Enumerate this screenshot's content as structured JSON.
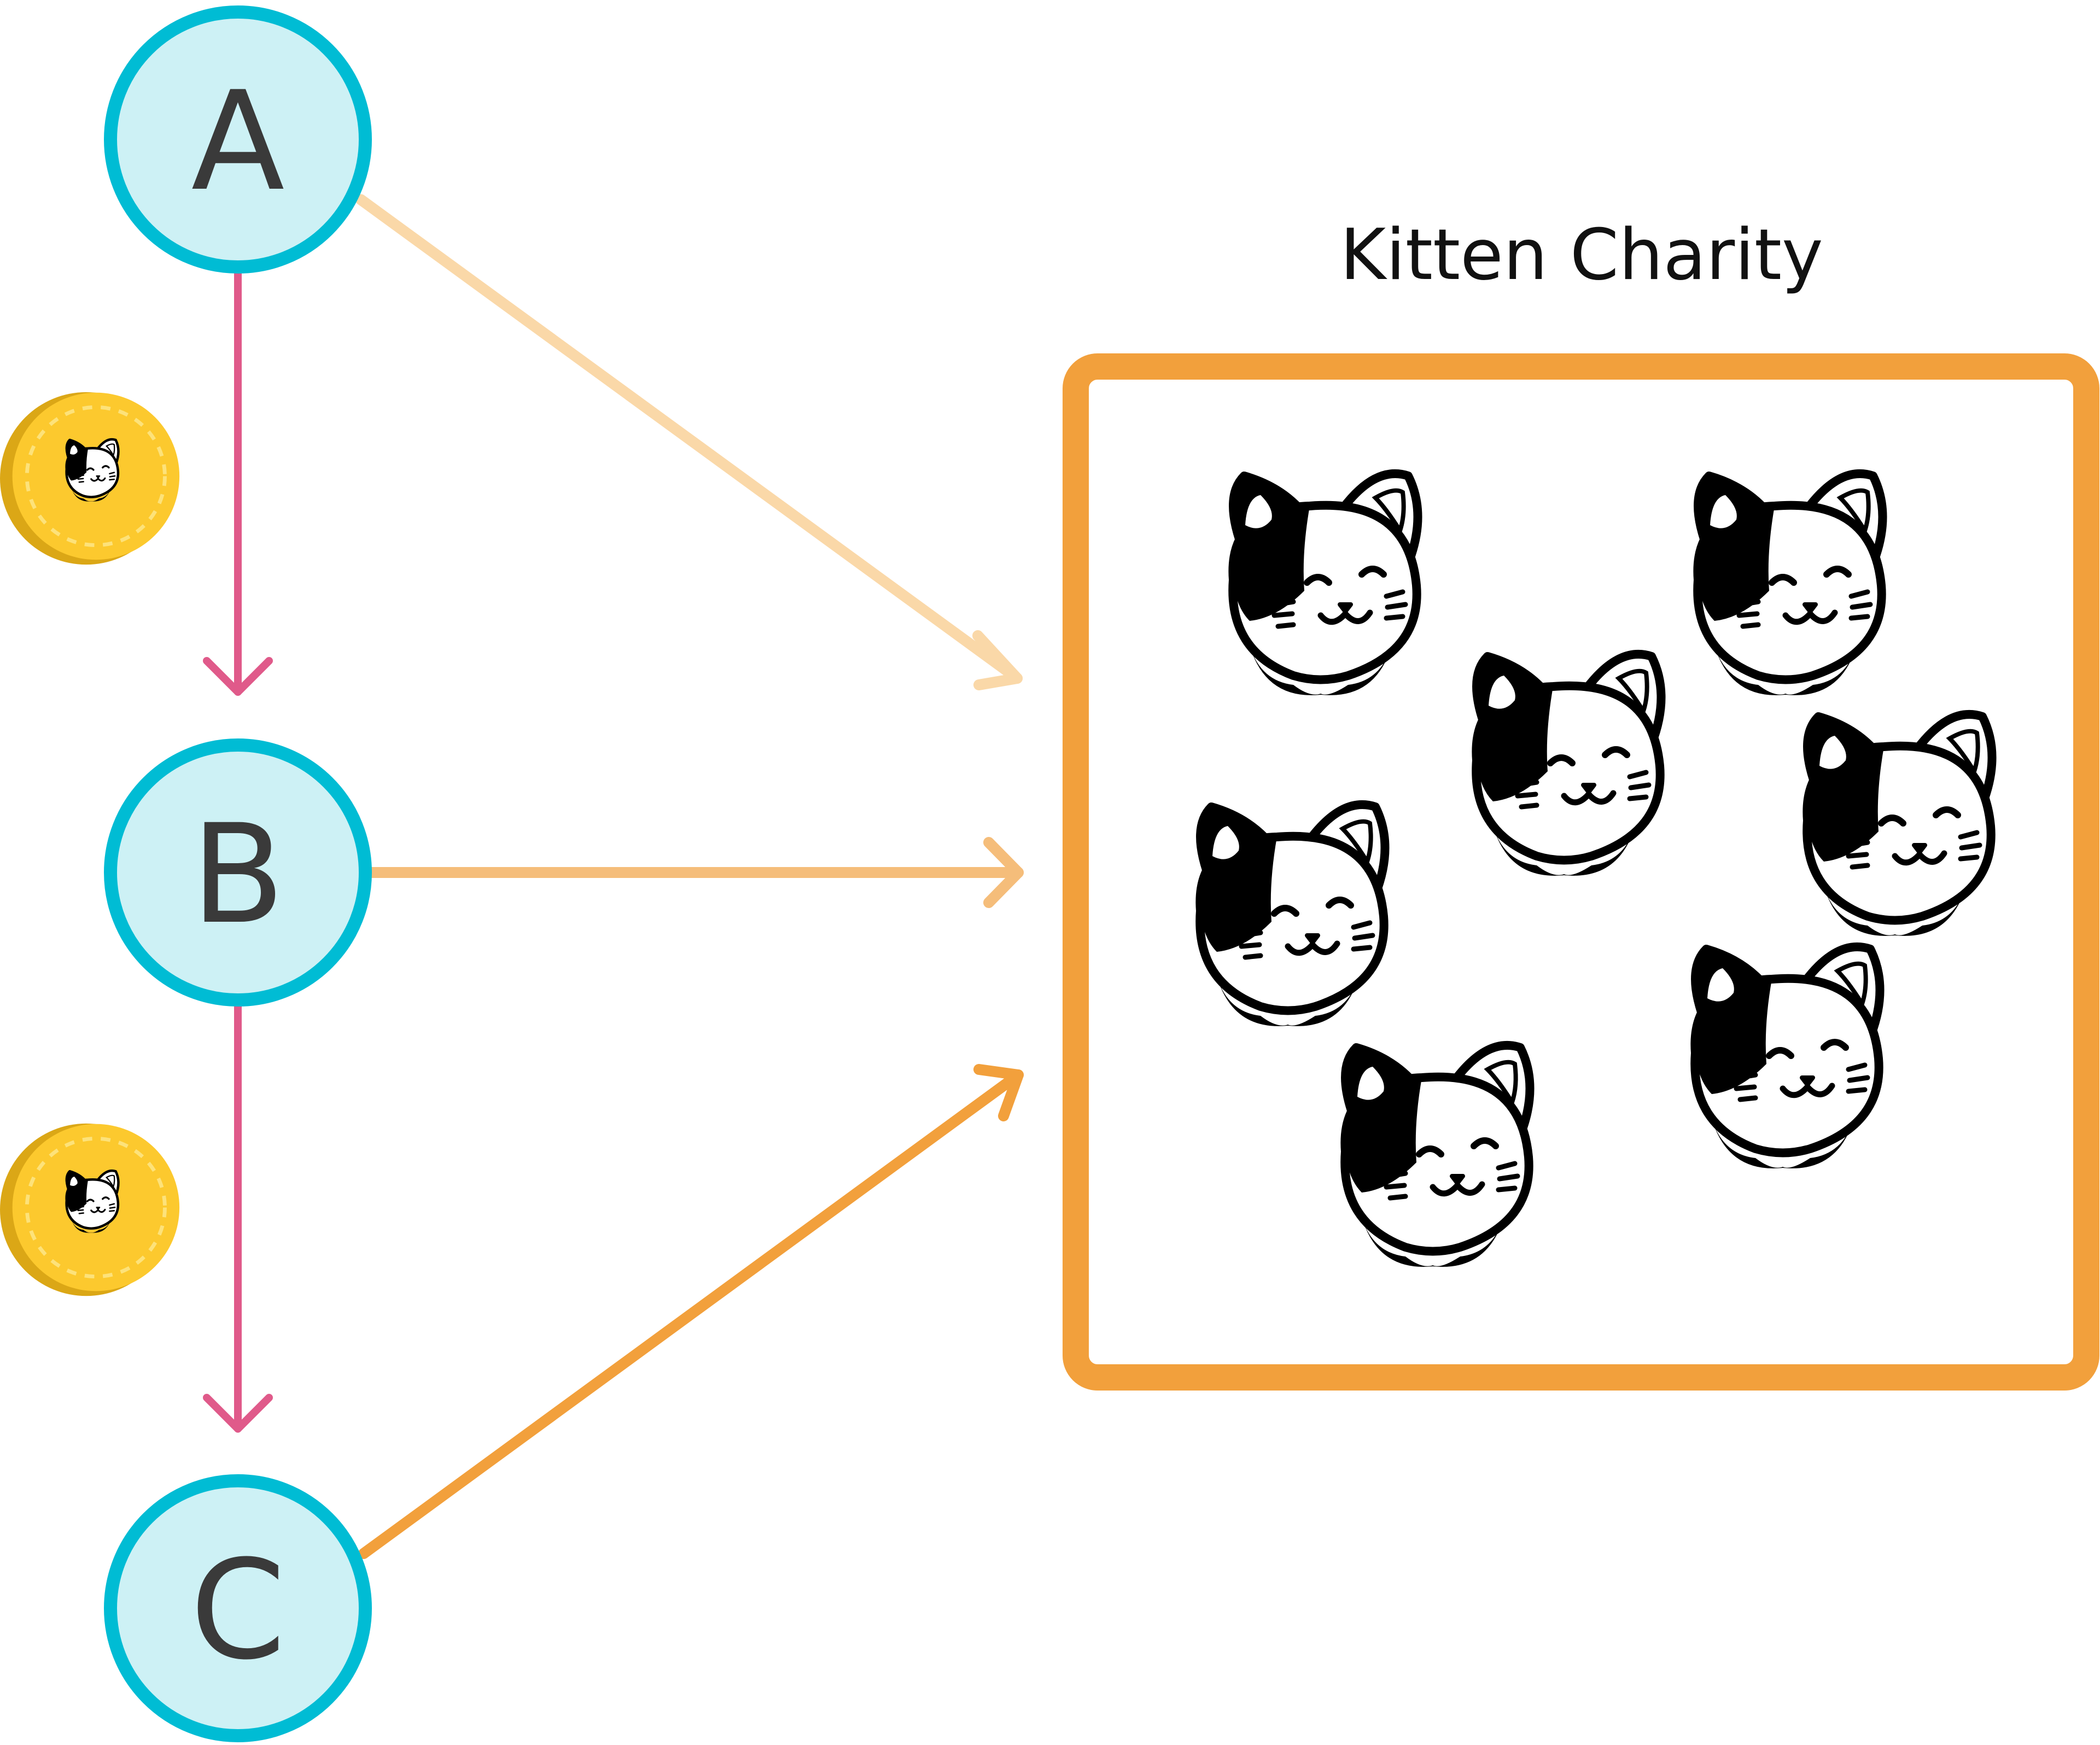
{
  "diagram": {
    "title": "Kitten Charity",
    "nodes": [
      {
        "id": "A",
        "label": "A"
      },
      {
        "id": "B",
        "label": "B"
      },
      {
        "id": "C",
        "label": "C"
      }
    ],
    "colors": {
      "node_fill": "#cdf1f5",
      "node_stroke": "#00bcd4",
      "chain_arrow": "#e05a8a",
      "arrow_from_a": "#fad8a8",
      "arrow_from_b": "#f5bd7a",
      "arrow_from_c": "#f2a03c",
      "charity_box": "#f2a03c",
      "coin": "#fcc92e",
      "coin_edge": "#dba716"
    },
    "icons": {
      "coin": "kitten-coin-icon",
      "kitten": "kitten-face-icon"
    },
    "edges": [
      {
        "from": "A",
        "to": "B",
        "kind": "chain"
      },
      {
        "from": "B",
        "to": "C",
        "kind": "chain"
      },
      {
        "from": "A",
        "to": "Kitten Charity",
        "kind": "donation"
      },
      {
        "from": "B",
        "to": "Kitten Charity",
        "kind": "donation"
      },
      {
        "from": "C",
        "to": "Kitten Charity",
        "kind": "donation"
      }
    ]
  }
}
